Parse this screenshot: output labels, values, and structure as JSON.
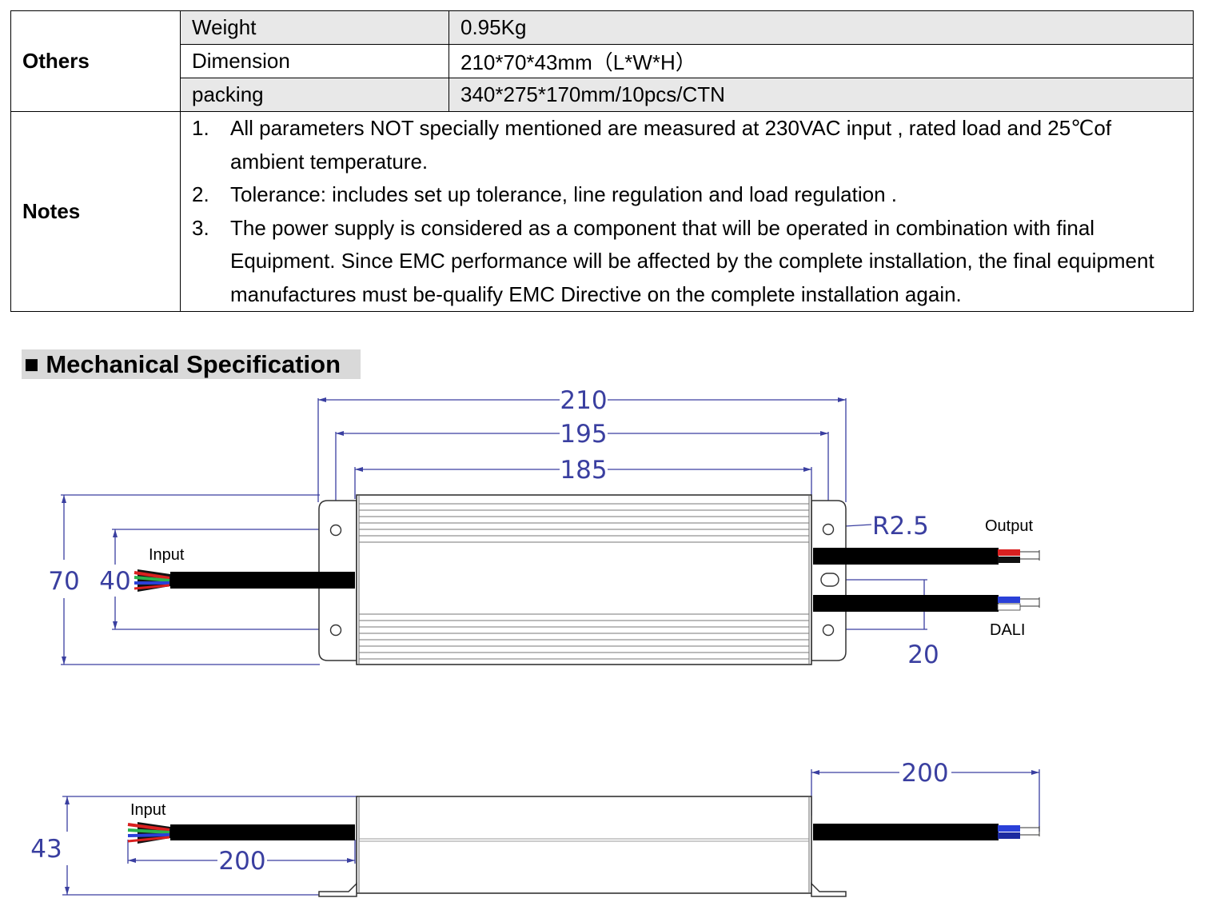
{
  "table": {
    "others": {
      "group_label": "Others",
      "rows": [
        {
          "label": "Weight",
          "value": "0.95Kg"
        },
        {
          "label": "Dimension",
          "value": "210*70*43mm（L*W*H）"
        },
        {
          "label": "packing",
          "value": "340*275*170mm/10pcs/CTN"
        }
      ]
    },
    "notes": {
      "group_label": "Notes",
      "items": [
        {
          "num": "1.",
          "text": "All parameters NOT specially mentioned are measured at 230VAC input , rated load and 25℃of ambient temperature."
        },
        {
          "num": "2.",
          "text": "Tolerance: includes set up tolerance, line regulation and load regulation ."
        },
        {
          "num": "3.",
          "text": "The power supply is considered as a component that will be operated in combination with final Equipment. Since EMC performance will be affected by the complete installation, the final equipment manufactures must be-qualify EMC Directive on the complete installation again."
        }
      ]
    }
  },
  "section_title": "■ Mechanical Specification",
  "drawing": {
    "top_view": {
      "dim_length_total": "210",
      "dim_length_holes": "195",
      "dim_length_body": "185",
      "dim_width": "70",
      "dim_input_spacing": "40",
      "dim_radius": "R2.5",
      "dim_output_spacing": "20",
      "label_input": "Input",
      "label_output": "Output",
      "label_dali": "DALI"
    },
    "side_view": {
      "dim_height": "43",
      "dim_output_cable": "200",
      "dim_input_cable": "200",
      "label_input": "Input"
    },
    "colors": {
      "dimension": "#3a3fa0",
      "wire_red": "#d92020",
      "wire_blue": "#2a40d8",
      "wire_green": "#2bb24c",
      "cable": "#000000"
    }
  }
}
